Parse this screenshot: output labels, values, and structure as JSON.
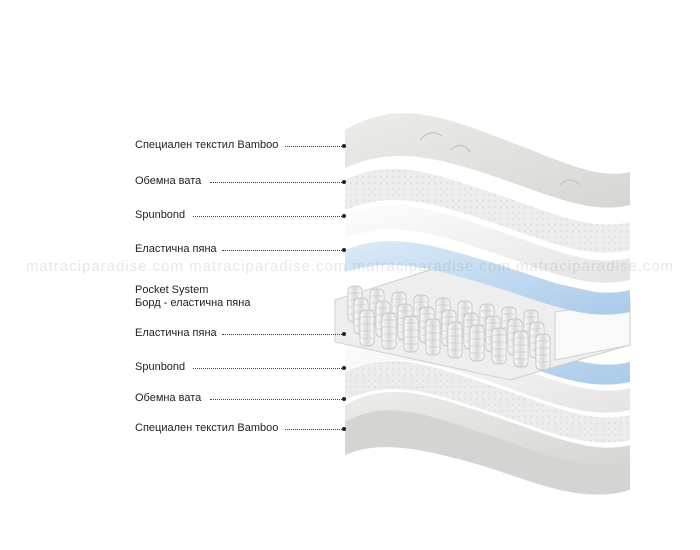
{
  "watermark": "matraciparadise.com  matraciparadise.com  matraciparadise.com  matraciparadise.com",
  "layers": [
    {
      "label": "Специален текстил Bamboo"
    },
    {
      "label": "Обемна вата"
    },
    {
      "label": "Spunbond"
    },
    {
      "label": "Еластична пяна"
    },
    {
      "label_line1": "Pocket System",
      "label_line2": "Борд - еластична пяна"
    },
    {
      "label": "Еластична пяна"
    },
    {
      "label": "Spunbond"
    },
    {
      "label": "Обемна вата"
    },
    {
      "label": "Специален текстил Bamboo"
    }
  ],
  "colors": {
    "bamboo": "#e3e3e1",
    "wadding": "#f1f1f1",
    "spunbond": "#f8f8f8",
    "foam": "#cfe3f5",
    "springs": "#f3f3f3"
  }
}
